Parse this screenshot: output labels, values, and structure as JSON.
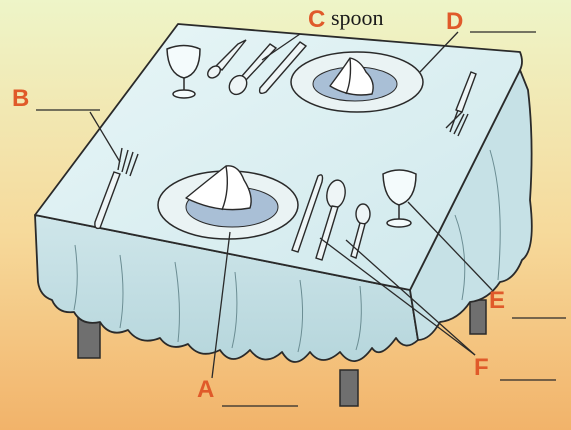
{
  "labels": {
    "A": "A",
    "B": "B",
    "C": "C",
    "C_word": "spoon",
    "D": "D",
    "E": "E",
    "F": "F"
  },
  "colors": {
    "label": "#e05a2a",
    "cloth": "#d8eef0",
    "cloth_shadow": "#b9d9de",
    "plate_rim": "#eaf3f4",
    "plate_center": "#a9bfd6",
    "outline": "#2a2a2a",
    "bg_top": "#eef5c8",
    "bg_bottom": "#f2b36a"
  },
  "icons": [
    "napkin-icon",
    "fork-icon",
    "knife-icon",
    "spoon-icon",
    "glass-icon",
    "plate-icon"
  ]
}
